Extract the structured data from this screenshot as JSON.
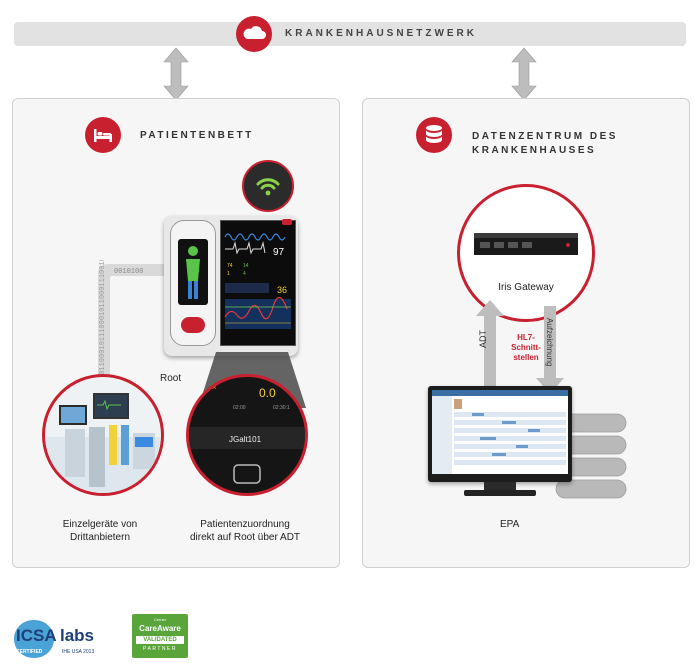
{
  "network": {
    "title": "KRANKENHAUSNETZWERK",
    "icon": "cloud-icon"
  },
  "left_panel": {
    "title": "PATIENTENBETT",
    "icon": "bed-icon",
    "device_label": "Root",
    "binary_text": "0010100110001011100010110001110010100",
    "monitor": {
      "values": [
        "97",
        "36"
      ],
      "params": [
        "74",
        "14",
        "1",
        "4"
      ]
    },
    "zoom": {
      "top_values": [
        "0",
        "0.0"
      ],
      "sr_label": "SR",
      "times": [
        "02:00",
        "02:30:1"
      ],
      "patient_id": "JGalt101"
    },
    "caption_left": "Einzelgeräte von\nDrittanbietern",
    "caption_right": "Patientenzuordnung\ndirekt auf Root über ADT"
  },
  "right_panel": {
    "title_line1": "DATENZENTRUM DES",
    "title_line2": "KRANKENHAUSES",
    "icon": "database-icon",
    "gateway_label": "Iris Gateway",
    "hl7_label": "HL7-\nSchnitt-\nstellen",
    "adt_label": "ADT",
    "aufzeichnung_label": "Aufzeichnung",
    "epa_label": "EPA"
  },
  "logos": {
    "icsa_big": "ICSA",
    "icsa_labs": "labs",
    "icsa_certified": "CERTIFIED",
    "icsa_year": "IHE USA 2013",
    "careaware_top": "Cerner",
    "careaware_name": "CareAware",
    "careaware_validated": "VALIDATED",
    "careaware_partner": "PARTNER"
  },
  "colors": {
    "accent": "#c8202f",
    "panel_bg": "#f6f6f6",
    "network_bar": "#e2e2e2",
    "careaware_green": "#5aa53a"
  }
}
